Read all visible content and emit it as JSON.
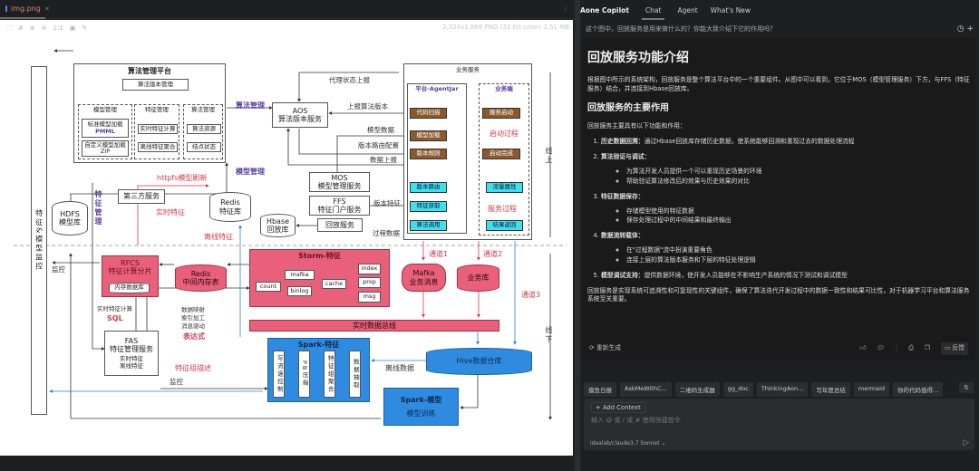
{
  "editor": {
    "tab_label": "img.png",
    "image_info": "2,324x1,668 PNG (32-bit color) 2.51 MB",
    "toolbar": [
      "⛶",
      "#",
      "⊕",
      "⊖",
      "1:1",
      "▣",
      "✎"
    ]
  },
  "diagram": {
    "monitor_col": "特征&模型监控",
    "algo_platform": {
      "title": "算法管理平台",
      "version_mgmt": "算法版本管理",
      "model_mgmt": "模型管理",
      "std_load": "标准模型加载",
      "pmml": "PMML",
      "custom_load": "自定义模型加载",
      "zip": "ZIP",
      "feature_mgmt": "特征管理",
      "realtime_calc": "实时特征计算",
      "offline_agg": "离线特征聚合",
      "algo_mgmt": "算法管理",
      "algo_res": "算法资源",
      "node_status": "结点状态"
    },
    "label_algo_mgmt": "算法管理",
    "label_model_mgmt": "模型管理",
    "aos": {
      "name": "AOS",
      "desc": "算法版本服务"
    },
    "mos": {
      "name": "MOS",
      "desc": "模型管理服务"
    },
    "ffs": {
      "name": "FFS",
      "desc": "特征门户服务"
    },
    "replay": "回放服务",
    "hbase": {
      "name": "Hbase",
      "desc": "回放库"
    },
    "edge_labels": {
      "agent_status": "代理状态上报",
      "report_version": "上报算法版本",
      "model_data": "模型数据",
      "route_config": "版本路由配置",
      "data_report": "数据上报",
      "version_feature": "版本特征",
      "process_data": "过程数据",
      "httpfs": "httpfs模型刷新",
      "realtime_feature": "实时特征",
      "offline_feature": "离线特征",
      "monitor1": "监控",
      "monitor2": "监控",
      "rt_calc": "实时特征计算",
      "sql": "SQL",
      "map": "数据映射",
      "index_proc": "索引加工",
      "msg_drive": "消息驱动",
      "expr": "表达式",
      "fg_desc": "特征组描述",
      "offline_data": "离线数据",
      "ch1": "通道1",
      "ch2": "通道2",
      "ch3": "通道3"
    },
    "biz": {
      "title": "业务服务",
      "agent": "平台-AgentJar",
      "client": "业务端",
      "code_scan": "代码扫描",
      "model_load": "模型加载",
      "version_rule": "版本规则",
      "svc_start": "服务启动",
      "start_done": "启动完成",
      "start_proc": "启动过程",
      "ver_route": "版本路由",
      "feat_get": "特征获取",
      "algo_call": "算法调用",
      "traffic": "流量属性",
      "result": "结果返回",
      "svc_proc": "服务过程"
    },
    "online": "线上",
    "offline": "线下",
    "third_party": "第三方服务",
    "redis_feat": {
      "name": "Redis",
      "desc": "特征库"
    },
    "hdfs": {
      "name": "HDFS",
      "desc": "模型库"
    },
    "feat_mgmt_v": "特征管理",
    "rfcs": {
      "name": "RFCS",
      "desc": "特征计算分片",
      "inner": "内存数据库"
    },
    "redis_mem": {
      "name": "Redis",
      "desc": "中间内存表"
    },
    "storm": {
      "title": "Storm-特征",
      "count": "count",
      "mafka": "mafka",
      "binlog": "binlog",
      "cache": "cache",
      "index": "index",
      "prop": "prop",
      "msg": "msg"
    },
    "mafka": {
      "name": "Mafka",
      "desc": "业务消息"
    },
    "bizdb": "业务库",
    "bus": "实时数据总线",
    "fas": {
      "name": "FAS",
      "desc": "特征管理服务",
      "rt": "实时特征",
      "off": "离线特征"
    },
    "spark_feat": {
      "title": "Spark-特征",
      "cols": [
        "写流速控制",
        "PB压缩",
        "特征组聚合",
        "数据抽取"
      ]
    },
    "hive": "Hive数据仓库",
    "spark_model": {
      "title": "Spark-模型",
      "desc": "模型训练"
    }
  },
  "copilot": {
    "title": "Aone Copilot",
    "tabs": [
      "Chat",
      "Agent",
      "What's New"
    ],
    "question": "这个图中，回放服务是用来做什么的？你能大致介绍下它的作用吗？",
    "answer": {
      "h1": "回放服务功能介绍",
      "intro": "根据图中所示的系统架构，回放服务是整个算法平台中的一个重要组件。从图中可以看到，它位于MOS（模型管理服务）下方，与FFS（特征服务）结合，并连接到Hbase回放库。",
      "h2": "回放服务的主要作用",
      "lead": "回放服务主要具有以下功能和作用：",
      "items": [
        {
          "title": "历史数据回溯：",
          "text": "通过Hbase回放库存储历史数据，使系统能够回溯和重现过去的数据处理流程",
          "subs": []
        },
        {
          "title": "算法验证与调试：",
          "text": "",
          "subs": [
            "为算法开发人员提供一个可以重现历史场景的环境",
            "帮助验证算法修改后的效果与历史效果的对比"
          ]
        },
        {
          "title": "特征数据保存：",
          "text": "",
          "subs": [
            "存储模型使用的特征数据",
            "保存处理过程中的中间结果和最终输出"
          ]
        },
        {
          "title": "数据流转载体：",
          "text": "",
          "subs": [
            "在\"过程数据\"流中扮演重要角色",
            "连接上层的算法版本服务和下层的特征处理逻辑"
          ]
        },
        {
          "title": "模型调试支持：",
          "text": "提供数据环境，使开发人员能够在不影响生产系统的情况下测试和调试模型",
          "subs": []
        }
      ],
      "conclusion": "回放服务是实现系统可追溯性和可复现性的关键组件，确保了算法迭代开发过程中的数据一致性和结果可比性，对于机器学习平台和算法服务系统至关重要。"
    },
    "regenerate": "重新生成",
    "feedback": "反馈",
    "chips": [
      "摸鱼日报",
      "AskMeWithC...",
      "二维码生成器",
      "gg_doc",
      "ThinkingAon...",
      "写年度总结",
      "mermaid",
      "你的代码值得..."
    ],
    "add_context": "Add Context",
    "input_placeholder": "输入 @ 或 / 或 # 使用快捷指令",
    "model": "idealab/claude3.7 Sonnet"
  }
}
